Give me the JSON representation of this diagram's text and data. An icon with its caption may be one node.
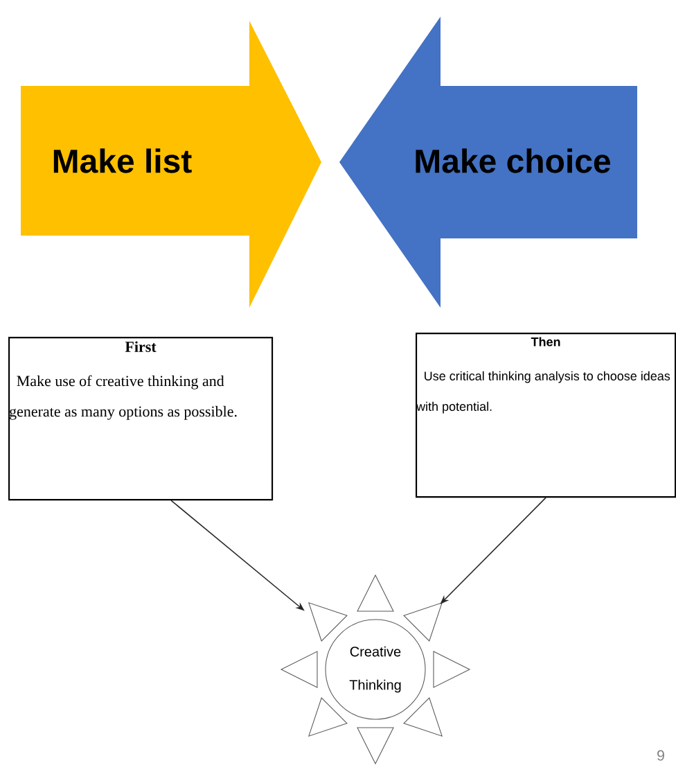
{
  "diagram": {
    "nodes": [
      {
        "text": [
          "Make list"
        ]
      },
      {
        "text": [
          "Make choice"
        ]
      },
      {
        "text": [
          "First",
          "Make use of creative thinking and generate as many options as possible."
        ]
      },
      {
        "text": [
          "Then",
          "Use critical thinking analysis to choose ideas with potential."
        ]
      },
      {
        "text": [
          "Creative Thinking"
        ]
      }
    ],
    "edges": [
      {
        "from": 2,
        "to": 4,
        "arrow": "to"
      },
      {
        "from": 3,
        "to": 4,
        "arrow": "to"
      }
    ],
    "labels": [
      "9"
    ]
  }
}
